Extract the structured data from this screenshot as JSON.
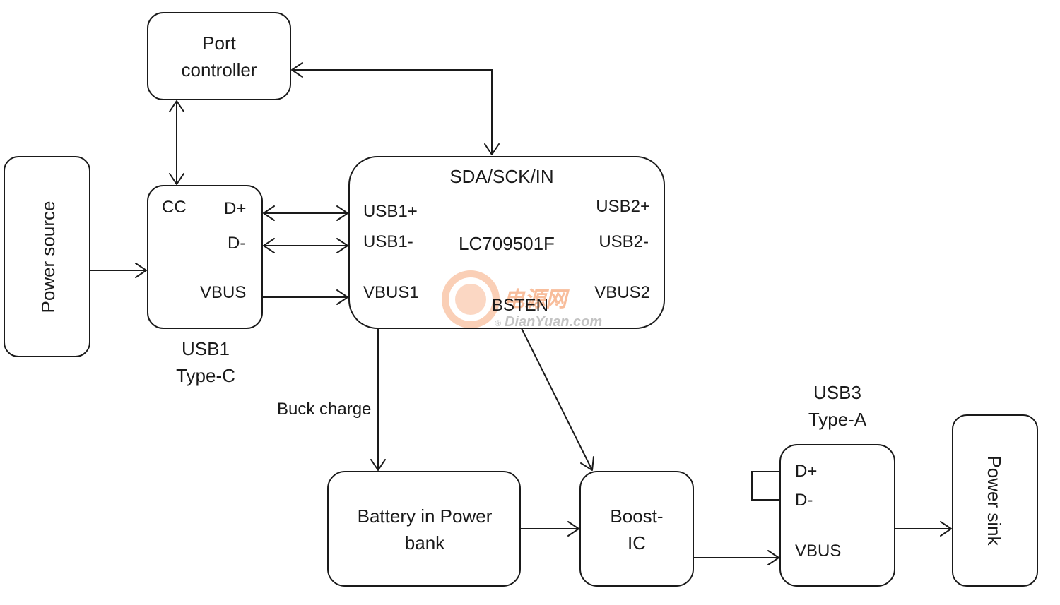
{
  "blocks": {
    "port_controller": [
      "Port",
      "controller"
    ],
    "power_source": "Power source",
    "usb1": {
      "cc": "CC",
      "dplus": "D+",
      "dminus": "D-",
      "vbus": "VBUS",
      "caption": [
        "USB1",
        "Type-C"
      ]
    },
    "chip": {
      "top": "SDA/SCK/IN",
      "name": "LC709501F",
      "usb1p": "USB1+",
      "usb1m": "USB1-",
      "vbus1": "VBUS1",
      "usb2p": "USB2+",
      "usb2m": "USB2-",
      "vbus2": "VBUS2",
      "bsten": "BSTEN"
    },
    "buck_charge": "Buck charge",
    "battery": [
      "Battery in Power",
      "bank"
    ],
    "boost": [
      "Boost-",
      "IC"
    ],
    "usb3": {
      "caption": [
        "USB3",
        "Type-A"
      ],
      "dplus": "D+",
      "dminus": "D-",
      "vbus": "VBUS"
    },
    "power_sink": "Power sink"
  },
  "watermark": {
    "brand": "电源网",
    "url": "DianYuan.com",
    "registered": "®",
    "color": "#f6a77a"
  }
}
